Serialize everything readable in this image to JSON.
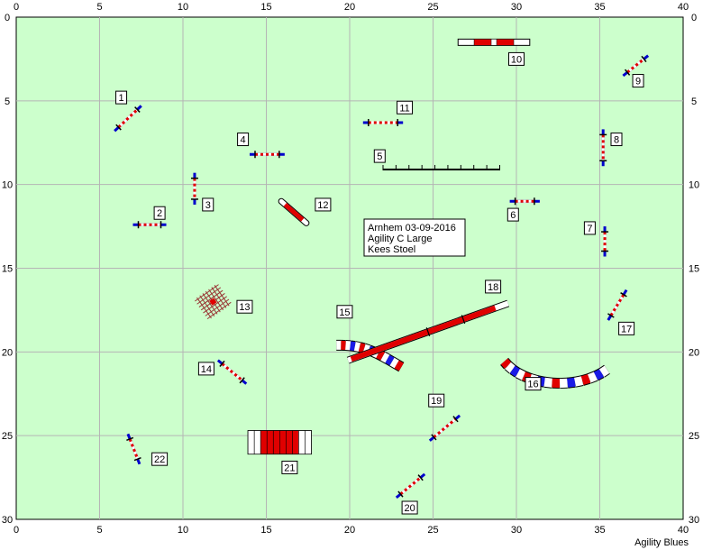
{
  "field": {
    "x_range": [
      0,
      40
    ],
    "y_range": [
      0,
      30
    ],
    "x_ticks": [
      "0",
      "5",
      "10",
      "15",
      "20",
      "25",
      "30",
      "35",
      "40"
    ],
    "y_ticks": [
      "0",
      "5",
      "10",
      "15",
      "20",
      "25",
      "30"
    ],
    "background": "#ccffcc",
    "grid_color": "#b5b5b5"
  },
  "info": {
    "lines": [
      "Arnhem 03-09-2016",
      "Agility C Large",
      "Kees Stoel"
    ]
  },
  "brand": "Agility Blues",
  "colors": {
    "pole_red": "#e00000",
    "pole_blue": "#0000cc",
    "stand": "#000000",
    "tunnel_blue": "#1a1ae6"
  },
  "obstacles": [
    {
      "n": "1",
      "type": "jump",
      "x1": 5.9,
      "y1": 6.8,
      "x2": 7.5,
      "y2": 5.3,
      "lx": 6.3,
      "ly": 4.8
    },
    {
      "n": "2",
      "type": "jump",
      "x1": 7.0,
      "y1": 12.4,
      "x2": 9.0,
      "y2": 12.4,
      "lx": 8.6,
      "ly": 11.7
    },
    {
      "n": "3",
      "type": "jump",
      "x1": 10.7,
      "y1": 9.3,
      "x2": 10.7,
      "y2": 11.2,
      "lx": 11.5,
      "ly": 11.2
    },
    {
      "n": "4",
      "type": "jump",
      "x1": 14.0,
      "y1": 8.2,
      "x2": 16.1,
      "y2": 8.2,
      "lx": 13.6,
      "ly": 7.3
    },
    {
      "n": "5",
      "type": "dogwalk",
      "x1": 22.0,
      "y1": 9.1,
      "x2": 29.0,
      "y2": 9.1,
      "lx": 21.8,
      "ly": 8.3
    },
    {
      "n": "6",
      "type": "jump",
      "x1": 29.6,
      "y1": 11.0,
      "x2": 31.4,
      "y2": 11.0,
      "lx": 29.8,
      "ly": 11.8
    },
    {
      "n": "7",
      "type": "jump",
      "x1": 35.3,
      "y1": 12.5,
      "x2": 35.3,
      "y2": 14.3,
      "lx": 34.4,
      "ly": 12.6
    },
    {
      "n": "8",
      "type": "jump",
      "x1": 35.2,
      "y1": 6.7,
      "x2": 35.2,
      "y2": 8.9,
      "lx": 36.0,
      "ly": 7.3
    },
    {
      "n": "9",
      "type": "jump",
      "x1": 36.4,
      "y1": 3.5,
      "x2": 37.9,
      "y2": 2.3,
      "lx": 37.3,
      "ly": 3.8
    },
    {
      "n": "10",
      "type": "seesaw",
      "x1": 26.5,
      "y1": 1.5,
      "x2": 30.8,
      "y2": 1.5,
      "lx": 30.0,
      "ly": 2.5
    },
    {
      "n": "11",
      "type": "jump",
      "x1": 20.8,
      "y1": 6.3,
      "x2": 23.2,
      "y2": 6.3,
      "lx": 23.3,
      "ly": 5.4
    },
    {
      "n": "12",
      "type": "aframe",
      "x1": 15.9,
      "y1": 11.0,
      "x2": 17.4,
      "y2": 12.3,
      "lx": 18.4,
      "ly": 11.2
    },
    {
      "n": "13",
      "type": "weave_square",
      "cx": 11.8,
      "cy": 17.0,
      "lx": 13.7,
      "ly": 17.3
    },
    {
      "n": "14",
      "type": "jump",
      "x1": 12.1,
      "y1": 20.5,
      "x2": 13.8,
      "y2": 21.9,
      "lx": 11.4,
      "ly": 21.0
    },
    {
      "n": "15",
      "type": "tunnel_curve",
      "lx": 19.7,
      "ly": 17.6
    },
    {
      "n": "16",
      "type": "tunnel_arc",
      "lx": 31.0,
      "ly": 21.9
    },
    {
      "n": "17",
      "type": "jump",
      "x1": 35.5,
      "y1": 18.1,
      "x2": 36.6,
      "y2": 16.3,
      "lx": 36.6,
      "ly": 18.6
    },
    {
      "n": "18",
      "type": "weave_line",
      "x1": 19.9,
      "y1": 20.5,
      "x2": 29.5,
      "y2": 17.1,
      "lx": 28.6,
      "ly": 16.1
    },
    {
      "n": "19",
      "type": "jump",
      "x1": 24.8,
      "y1": 25.3,
      "x2": 26.6,
      "y2": 23.8,
      "lx": 25.2,
      "ly": 22.9
    },
    {
      "n": "20",
      "type": "jump",
      "x1": 22.8,
      "y1": 28.7,
      "x2": 24.5,
      "y2": 27.3,
      "lx": 23.6,
      "ly": 29.3
    },
    {
      "n": "21",
      "type": "table",
      "x1": 13.9,
      "y1": 24.7,
      "x2": 17.7,
      "y2": 26.1,
      "lx": 16.4,
      "ly": 26.9
    },
    {
      "n": "22",
      "type": "jump",
      "x1": 6.7,
      "y1": 24.9,
      "x2": 7.4,
      "y2": 26.7,
      "lx": 8.6,
      "ly": 26.4
    }
  ]
}
